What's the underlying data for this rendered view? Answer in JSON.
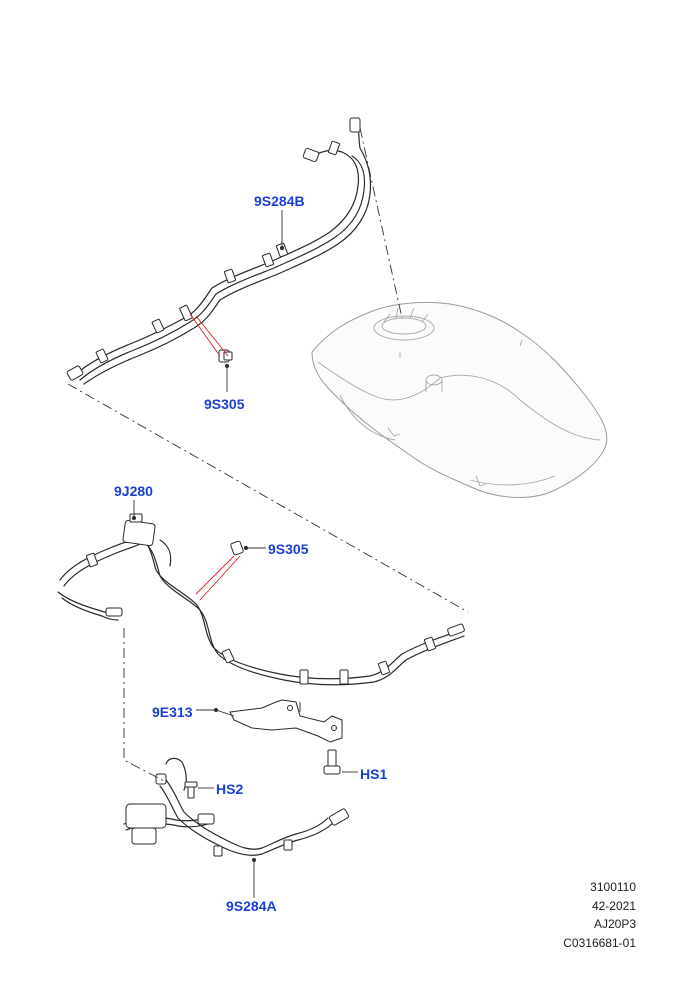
{
  "callouts": {
    "upper_line": "9S284B",
    "upper_clip": "9S305",
    "canister": "9J280",
    "lower_clip": "9S305",
    "bracket": "9E313",
    "bolt_right": "HS1",
    "bolt_left": "HS2",
    "lower_line": "9S284A"
  },
  "reference": {
    "line1": "3100110",
    "line2": "42-2021",
    "line3": "AJ20P3",
    "line4": "C0316681-01"
  },
  "colors": {
    "callout_text": "#1a3fd6",
    "leader_red": "#d42020",
    "line_art": "#2a2a2a",
    "tank_outline": "#9a9a9a"
  }
}
